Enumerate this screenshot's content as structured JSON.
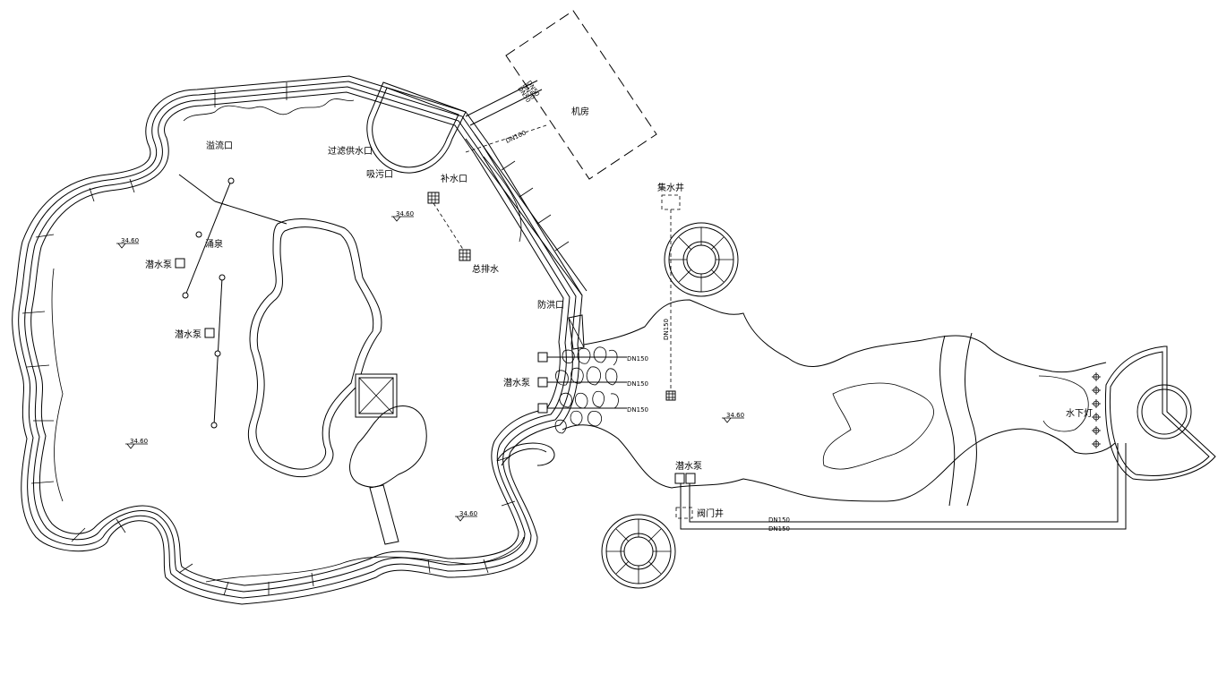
{
  "labels": {
    "overflow": "溢流口",
    "filter_supply": "过滤供水口",
    "sewage_suction": "吸污口",
    "water_supply": "补水口",
    "machine_room": "机房",
    "spring": "涌泉",
    "pump_1": "潜水泵",
    "pump_2": "潜水泵",
    "main_drain": "总排水",
    "flood_outlet": "防洪口",
    "pump_3": "潜水泵",
    "collection_well": "集水井",
    "pump_4": "潜水泵",
    "valve_well": "阀门井",
    "underwater_light": "水下灯",
    "pipe_a": "DN150",
    "pipe_b": "DN150",
    "pipe_c": "DN150",
    "pipe_d": "DN150",
    "pipe_e": "DN150",
    "pipe_f": "DN150",
    "pipe_machine_1": "DN50",
    "pipe_machine_2": "DN50",
    "pipe_machine_3": "DN50",
    "pipe_machine_4": "DN100",
    "elev_1": "34.60",
    "elev_2": "34.60",
    "elev_3": "34.60",
    "elev_4": "34.60",
    "elev_5": "34.60"
  }
}
